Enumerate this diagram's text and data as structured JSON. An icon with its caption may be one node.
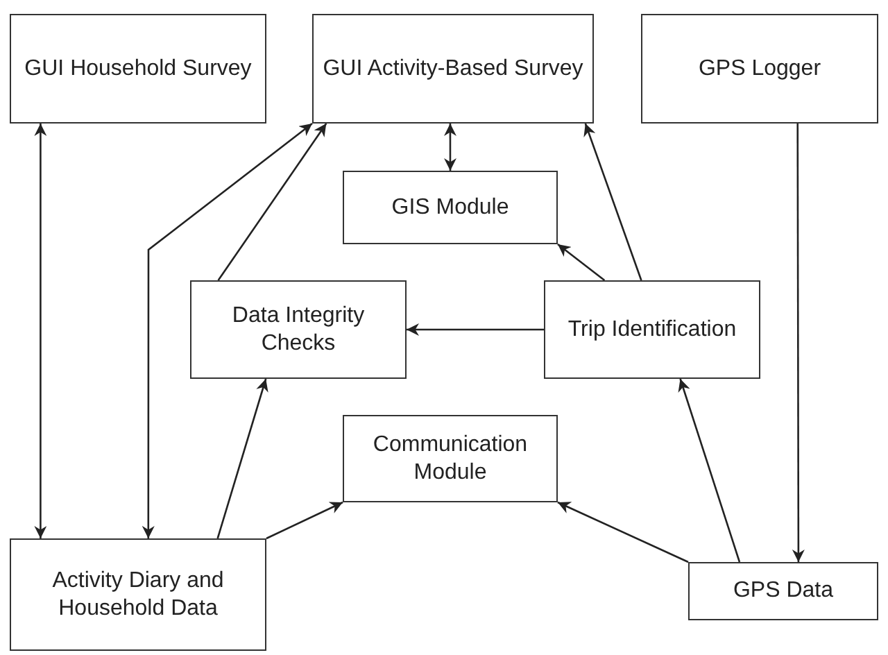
{
  "diagram": {
    "nodes": [
      {
        "text": [
          "GUI Household Survey"
        ]
      },
      {
        "text": [
          "GUI Activity-Based Survey"
        ]
      },
      {
        "text": [
          "GPS Logger"
        ]
      },
      {
        "text": [
          "GIS Module"
        ]
      },
      {
        "text": [
          "Data Integrity Checks"
        ]
      },
      {
        "text": [
          "Trip Identification"
        ]
      },
      {
        "text": [
          "Communication Module"
        ]
      },
      {
        "text": [
          "Activity Diary and Household Data"
        ]
      },
      {
        "text": [
          "GPS Data"
        ]
      }
    ],
    "edges": [
      {
        "from": 7,
        "to": 0,
        "arrow": "both"
      },
      {
        "from": 7,
        "to": 1,
        "arrow": "both"
      },
      {
        "from": 4,
        "to": 1,
        "arrow": "to"
      },
      {
        "from": 1,
        "to": 3,
        "arrow": "both"
      },
      {
        "from": 5,
        "to": 1,
        "arrow": "to"
      },
      {
        "from": 5,
        "to": 3,
        "arrow": "to"
      },
      {
        "from": 5,
        "to": 4,
        "arrow": "to"
      },
      {
        "from": 7,
        "to": 4,
        "arrow": "to"
      },
      {
        "from": 7,
        "to": 6,
        "arrow": "to"
      },
      {
        "from": 8,
        "to": 6,
        "arrow": "to"
      },
      {
        "from": 8,
        "to": 5,
        "arrow": "to"
      },
      {
        "from": 2,
        "to": 8,
        "arrow": "to"
      }
    ]
  }
}
